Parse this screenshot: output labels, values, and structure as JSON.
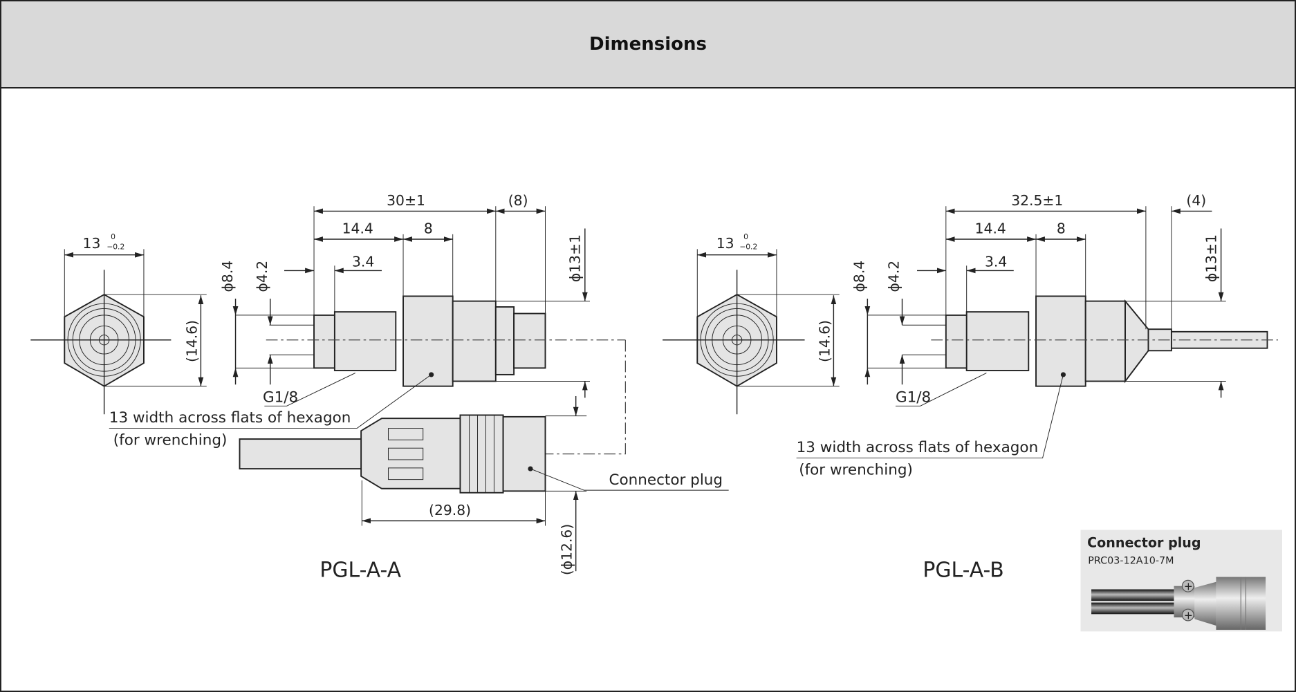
{
  "header": {
    "title": "Dimensions"
  },
  "model_a": {
    "name": "PGL-A-A",
    "hex_width": "13",
    "hex_tol_upper": "0",
    "hex_tol_lower": "−0.2",
    "hex_height": "(14.6)",
    "overall": "30±1",
    "connector_len": "(8)",
    "thread_len": "14.4",
    "hex_len": "8",
    "tip_len": "3.4",
    "dia_thread": "ϕ8.4",
    "dia_port": "ϕ4.2",
    "dia_body": "ϕ13±1",
    "thread_label": "G1/8",
    "hex_note_1": "13 width across flats of hexagon",
    "hex_note_2": "(for wrenching)",
    "plug_len": "(29.8)",
    "plug_dia": "(ϕ12.6)",
    "plug_label": "Connector plug"
  },
  "model_b": {
    "name": "PGL-A-B",
    "hex_width": "13",
    "hex_tol_upper": "0",
    "hex_tol_lower": "−0.2",
    "hex_height": "(14.6)",
    "overall": "32.5±1",
    "cable_len": "(4)",
    "thread_len": "14.4",
    "hex_len": "8",
    "tip_len": "3.4",
    "dia_thread": "ϕ8.4",
    "dia_port": "ϕ4.2",
    "dia_body": "ϕ13±1",
    "thread_label": "G1/8",
    "hex_note_1": "13 width across flats of hexagon",
    "hex_note_2": "(for wrenching)"
  },
  "inset": {
    "title": "Connector plug",
    "part_number": "PRC03-12A10-7M"
  }
}
